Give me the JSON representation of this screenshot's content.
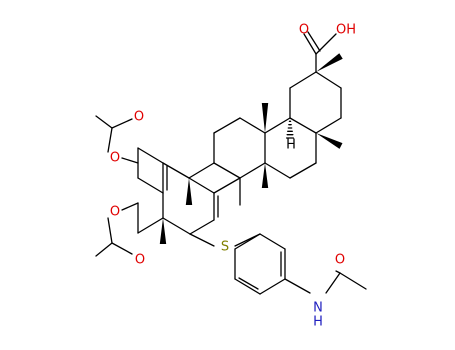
{
  "colors": {
    "bond": "#000000",
    "oxygen": "#e00000",
    "nitrogen": "#1f1fbf",
    "sulfur": "#808000",
    "hydrogen": "#000000"
  },
  "atoms": {
    "carboxyl_oxygen_double": "O",
    "carboxyl_hydroxyl": "OH",
    "acetate_ether_upper": "O",
    "acetate_carbonyl_upper": "O",
    "acetate_ether_lower": "O",
    "acetate_carbonyl_lower": "O",
    "thioether_sulfur": "S",
    "amide_carbonyl": "O",
    "amide_nitrogen": "N",
    "amide_hydrogen": "H",
    "ring_junction_hydrogen": "H"
  }
}
